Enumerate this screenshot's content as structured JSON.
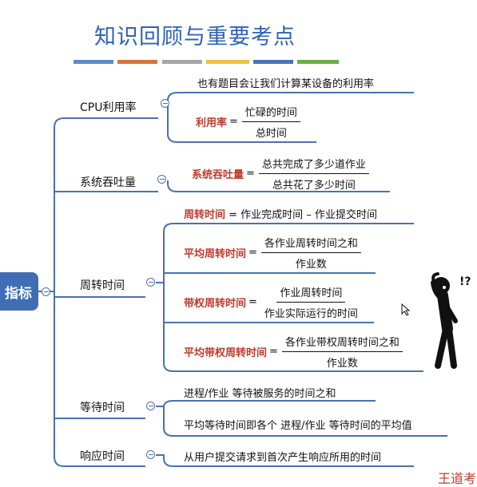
{
  "title": "知识回顾与重要考点",
  "colors": {
    "title": "#2f62b8",
    "line": "#4a71b0",
    "root_bg": "#3f6eb4",
    "highlight": "#c0392b",
    "color_bar": [
      "#5b8bc9",
      "#d9743c",
      "#a6a6a6",
      "#f0c040",
      "#4a74b8",
      "#6aae45"
    ]
  },
  "root": {
    "label": "指标"
  },
  "branches": {
    "cpu": {
      "label": "CPU利用率",
      "note": "也有题目会让我们计算某设备的利用率",
      "formula": {
        "name": "利用率",
        "numerator": "忙碌的时间",
        "denominator": "总时间"
      }
    },
    "throughput": {
      "label": "系统吞吐量",
      "formula": {
        "name": "系统吞吐量",
        "numerator": "总共完成了多少道作业",
        "denominator": "总共花了多少时间"
      }
    },
    "turnaround": {
      "label": "周转时间",
      "def": {
        "name": "周转时间",
        "rest": "= 作业完成时间 – 作业提交时间"
      },
      "avg": {
        "name": "平均周转时间",
        "numerator": "各作业周转时间之和",
        "denominator": "作业数"
      },
      "weighted": {
        "name": "带权周转时间",
        "numerator": "作业周转时间",
        "denominator": "作业实际运行的时间"
      },
      "avg_weighted": {
        "name": "平均带权周转时间",
        "numerator": "各作业带权周转时间之和",
        "denominator": "作业数"
      }
    },
    "waiting": {
      "label": "等待时间",
      "items": [
        "进程/作业 等待被服务的时间之和",
        "平均等待时间即各个 进程/作业 等待时间的平均值"
      ]
    },
    "response": {
      "label": "响应时间",
      "item": "从用户提交请求到首次产生响应所用的时间"
    }
  },
  "figure": {
    "exclaim": "!?"
  },
  "watermark": "王道考"
}
